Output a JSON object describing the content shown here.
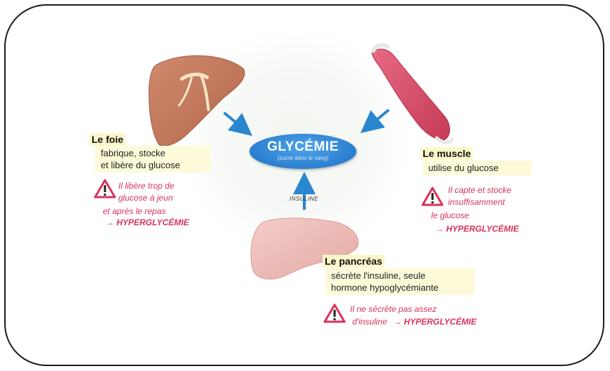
{
  "center": {
    "title": "GLYCÉMIE",
    "subtitle": "(sucre dans le sang)"
  },
  "arrow_label": "INSULINE",
  "foie": {
    "title": "Le foie",
    "lines": [
      "fabrique, stocke",
      "et libère du glucose"
    ],
    "warning_lines": [
      "Il libère trop de",
      "glucose à jeun",
      "et après le repas"
    ],
    "consequence": "→ HYPERGLYCÉMIE"
  },
  "muscle": {
    "title": "Le muscle",
    "lines": [
      "utilise du glucose"
    ],
    "warning_lines": [
      "Il capte et stocke",
      "insuffisamment",
      "le glucose"
    ],
    "consequence": "→ HYPERGLYCÉMIE"
  },
  "pancreas": {
    "title": "Le pancréas",
    "lines": [
      "sécrète l'insuline, seule",
      "hormone hypoglycémiante"
    ],
    "warning_lines": [
      "Il ne sécrète pas assez",
      "d'insuline"
    ],
    "consequence": "→ HYPERGLYCÉMIE"
  },
  "colors": {
    "warning": "#d8335a",
    "center": "#2b7fd0",
    "arrow": "#2a86cf",
    "label_bg": "#fcfad9"
  },
  "icons": {
    "warning": "warning-triangle-icon",
    "liver": "liver-organ",
    "muscle": "muscle-organ",
    "pancreas": "pancreas-organ"
  }
}
